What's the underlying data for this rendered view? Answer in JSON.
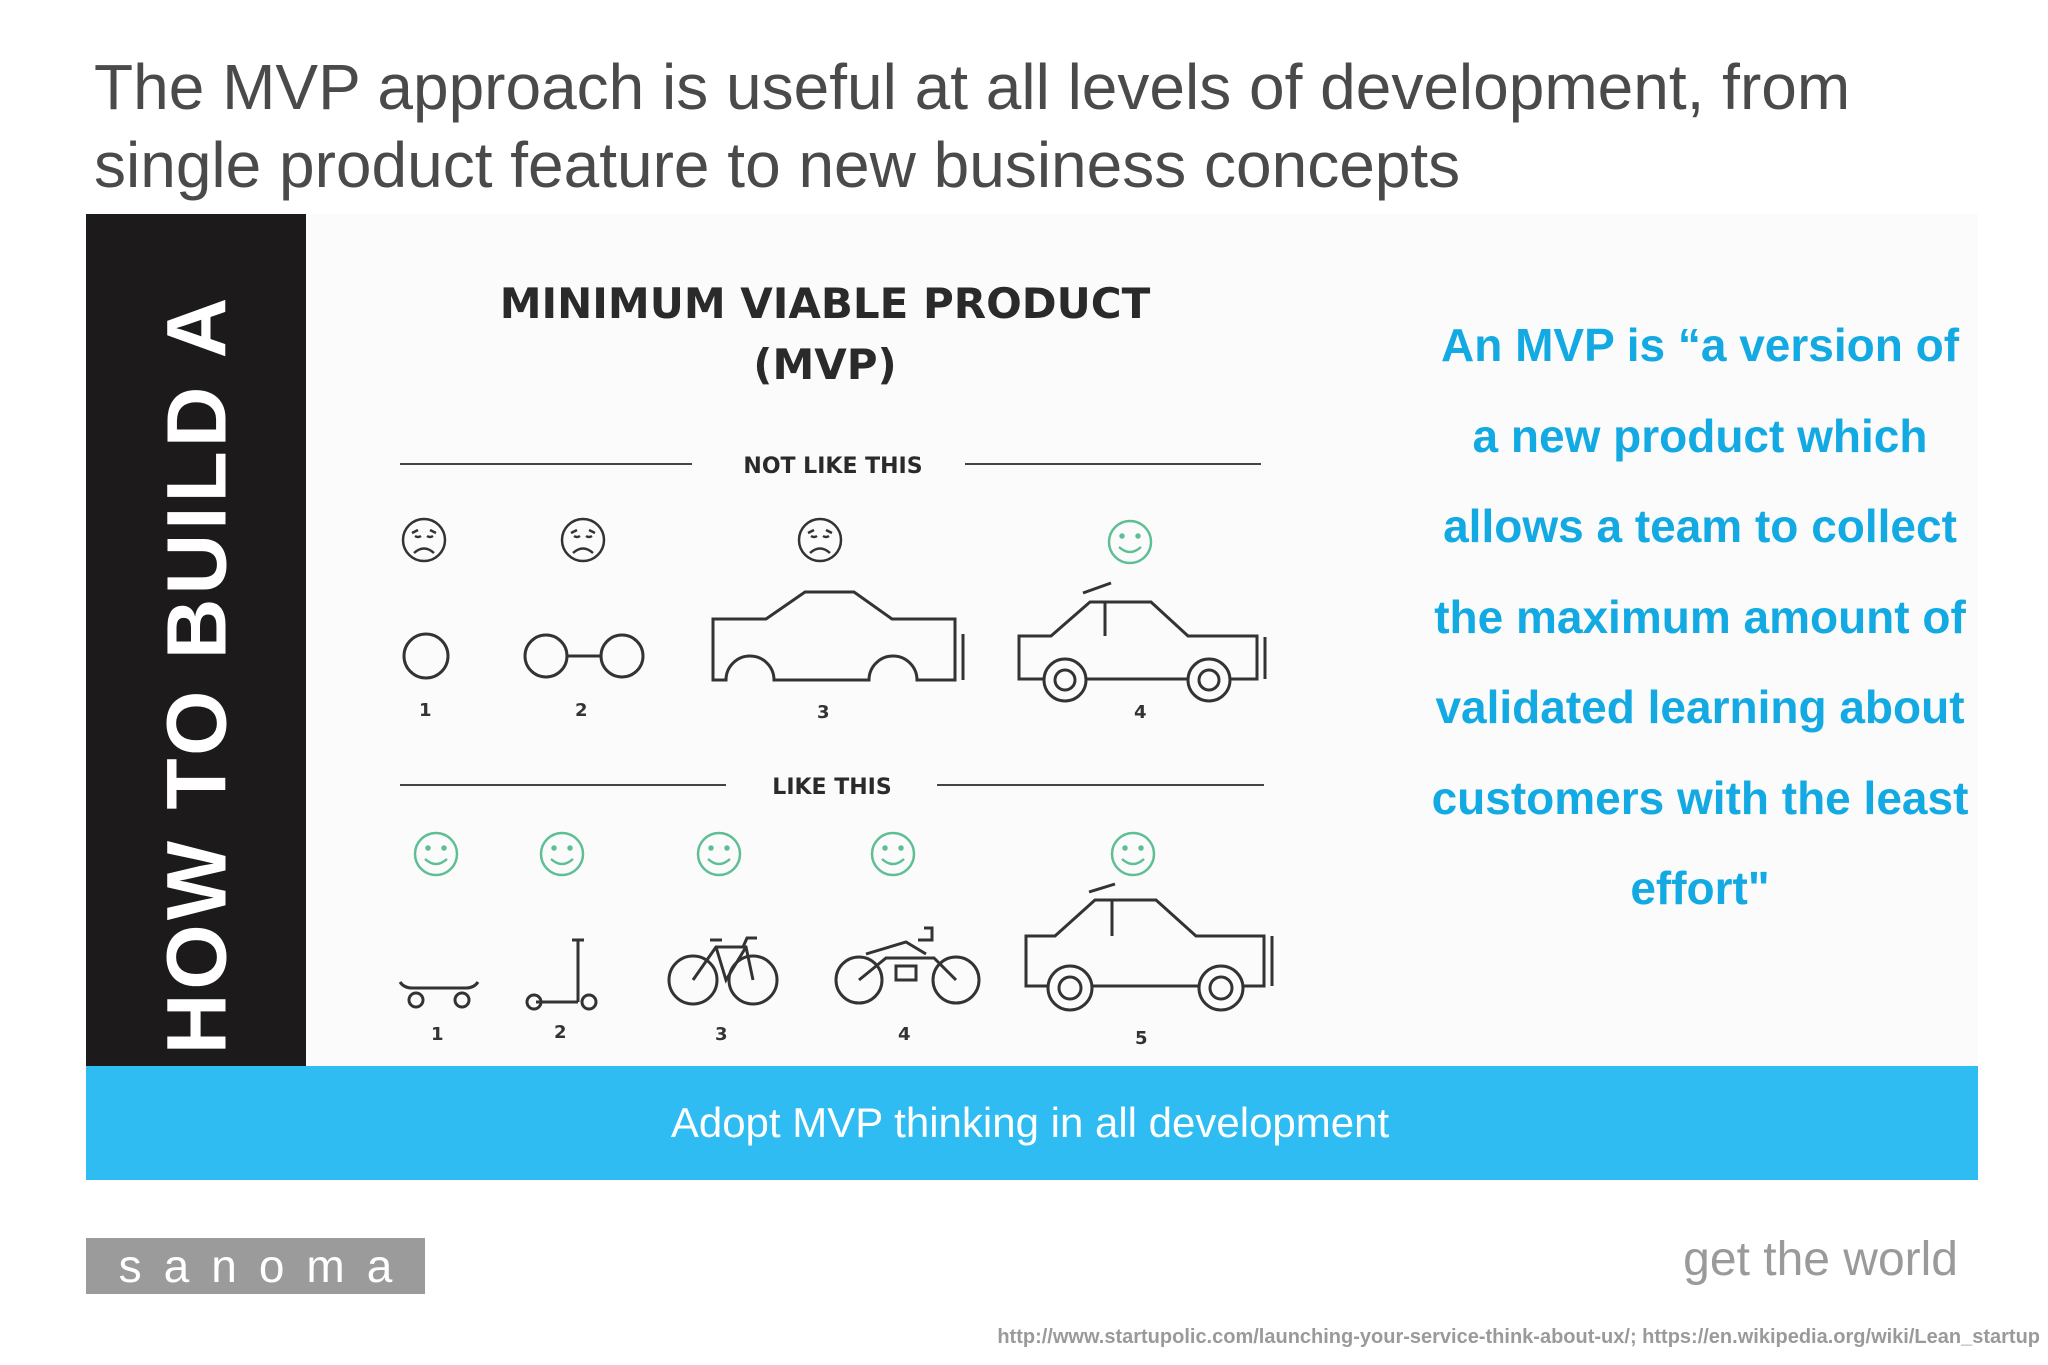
{
  "slide": {
    "title": "The MVP approach is useful at all levels of development, from single product feature to new business concepts"
  },
  "illustration": {
    "side_label": "HOW TO BUILD A",
    "heading_line1": "MINIMUM VIABLE PRODUCT",
    "heading_line2": "(MVP)",
    "section_bad": "NOT LIKE THIS",
    "section_good": "LIKE THIS",
    "bad_steps": [
      "1",
      "2",
      "3",
      "4"
    ],
    "good_steps": [
      "1",
      "2",
      "3",
      "4",
      "5"
    ]
  },
  "quote": {
    "text": "An MVP is “a version of a new product which allows a team to collect the maximum amount of validated learning about customers with the least effort\""
  },
  "banner": {
    "text": "Adopt MVP thinking in all development"
  },
  "footer": {
    "logo": "sanoma",
    "tagline": "get the world",
    "source": "http://www.startupolic.com/launching-your-service-think-about-ux/; https://en.wikipedia.org/wiki/Lean_startup"
  },
  "colors": {
    "accent_blue": "#13a9e2",
    "banner_blue": "#2ebcf3",
    "smile_green": "#5fbf94",
    "sidebar_black": "#1c1a1a"
  }
}
